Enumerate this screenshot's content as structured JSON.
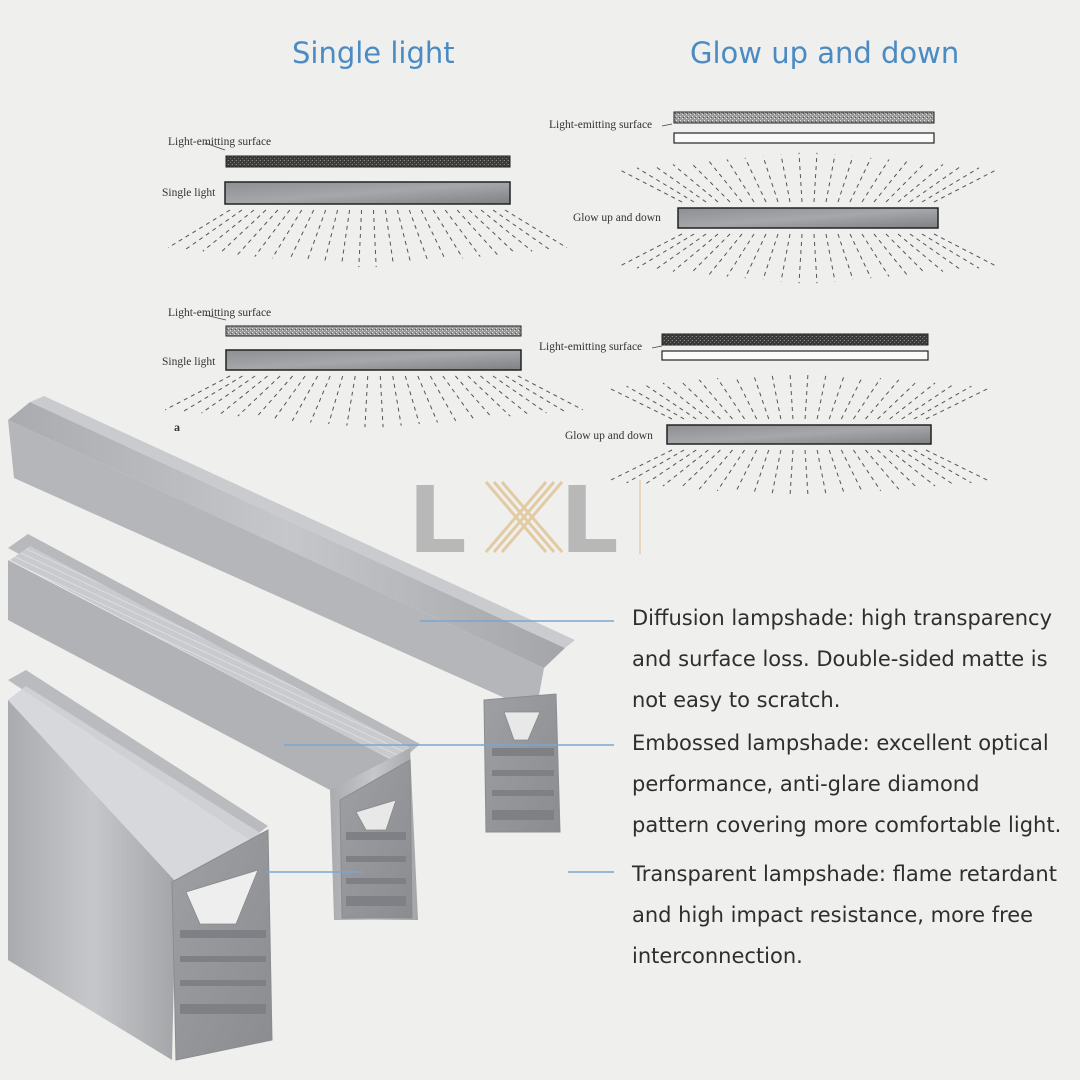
{
  "headings": {
    "single": "Single light",
    "glow": "Glow up and down"
  },
  "diagrams": {
    "a": {
      "surface_label": "Light-emitting surface",
      "light_label": "Single light"
    },
    "b": {
      "surface_label": "Light-emitting surface",
      "light_label": "Glow up and down"
    },
    "c": {
      "surface_label": "Light-emitting surface",
      "light_label": "Single light",
      "marker": "a"
    },
    "d": {
      "surface_label": "Light-emitting surface",
      "light_label": "Glow up and down"
    }
  },
  "logo": {
    "text_left": "L",
    "text_right": "L",
    "colors": {
      "letters": "#b8b8b8",
      "x": "#e2cba3",
      "bar": "#e6d6bd"
    }
  },
  "descriptions": [
    {
      "text": "Diffusion lampshade: high transparency and surface loss. Double-sided matte is not easy to scratch."
    },
    {
      "text": "Embossed lampshade: excellent optical performance, anti-glare diamond pattern covering more comfortable light."
    },
    {
      "text": "Transparent lampshade: flame retardant and high impact resistance, more free interconnection."
    }
  ],
  "colors": {
    "heading": "#4b8bc4",
    "callout_line": "#7aa6cf",
    "profile_aluminium": "#b9bbbe",
    "background": "#efefed"
  }
}
